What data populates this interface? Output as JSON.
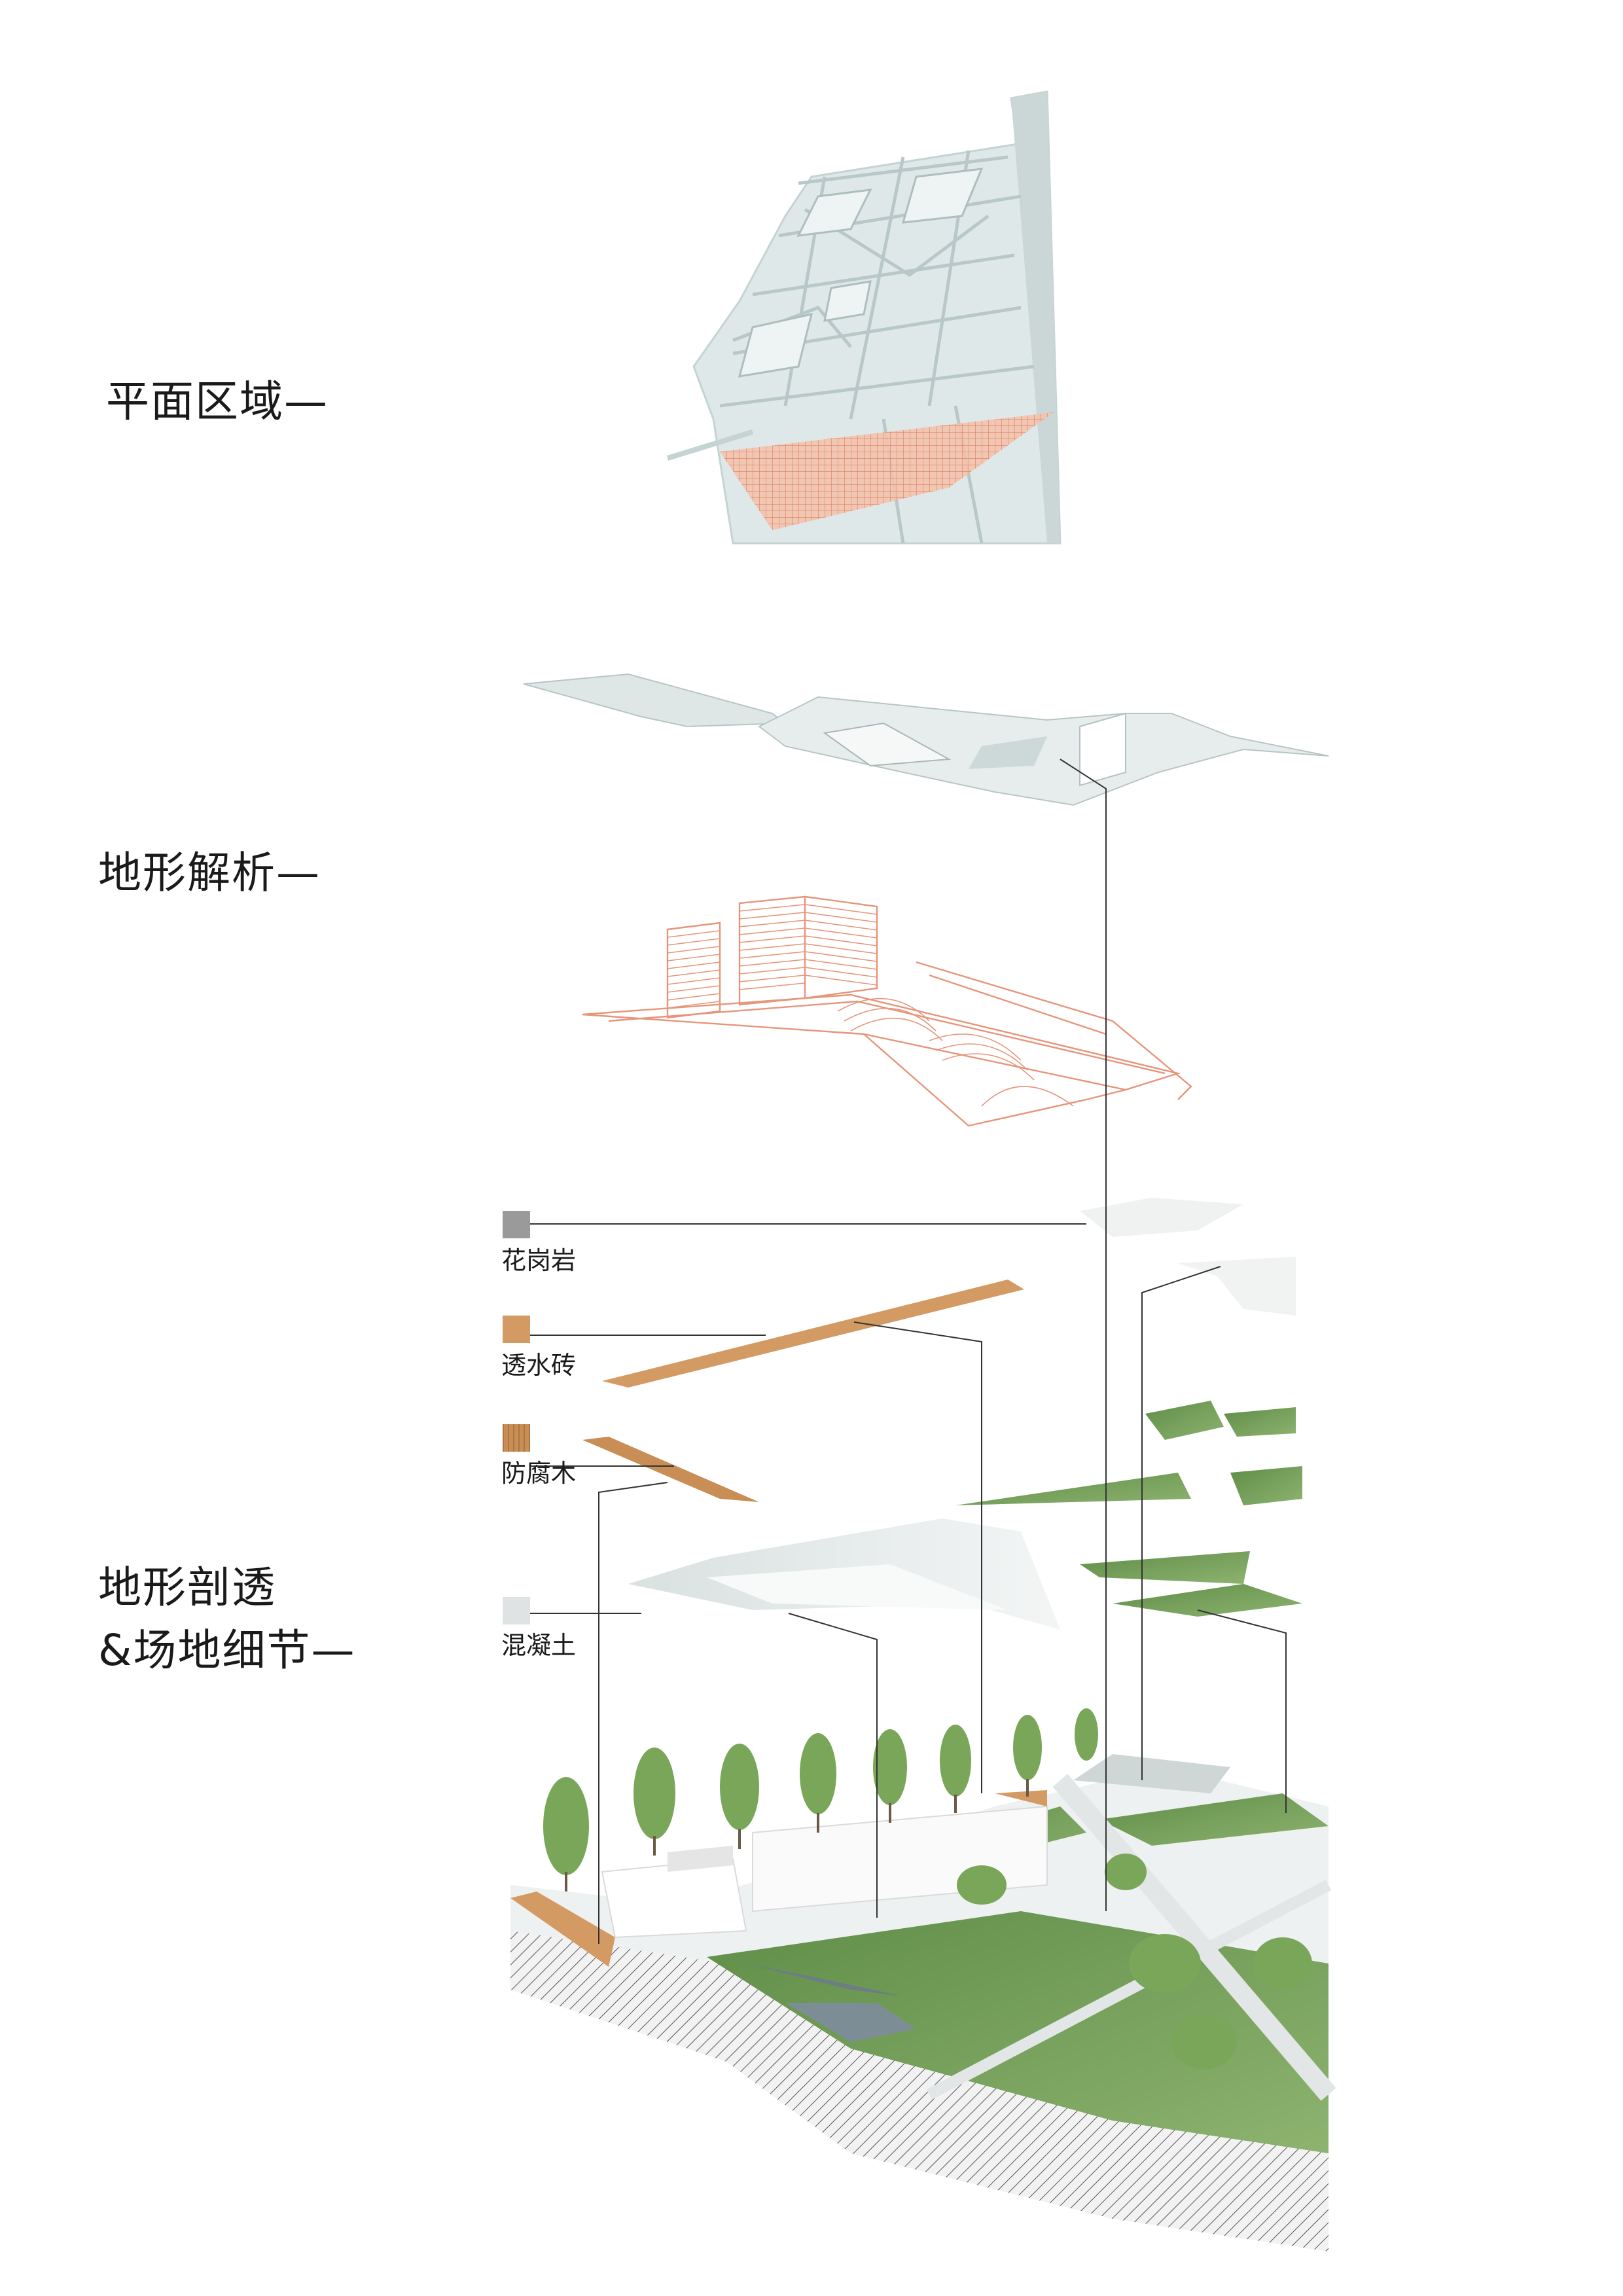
{
  "headings": {
    "plan_area": "平面区域—",
    "terrain_analysis": "地形解析—",
    "terrain_section_line1": "地形剖透",
    "terrain_section_line2": "&场地细节—"
  },
  "materials": [
    {
      "label": "花岗岩",
      "color": "#9a9a9a"
    },
    {
      "label": "透水砖",
      "color": "#d49a63"
    },
    {
      "label": "防腐木",
      "color": "#c98e55"
    },
    {
      "label": "混凝土",
      "color": "#dfe3e3"
    }
  ],
  "colors": {
    "highlight": "#e9a58a",
    "contour": "#e7957a",
    "terrain": "#dde6e6",
    "vegetation": "#6f9a57",
    "wood": "#d49a63",
    "leader": "#333333"
  }
}
